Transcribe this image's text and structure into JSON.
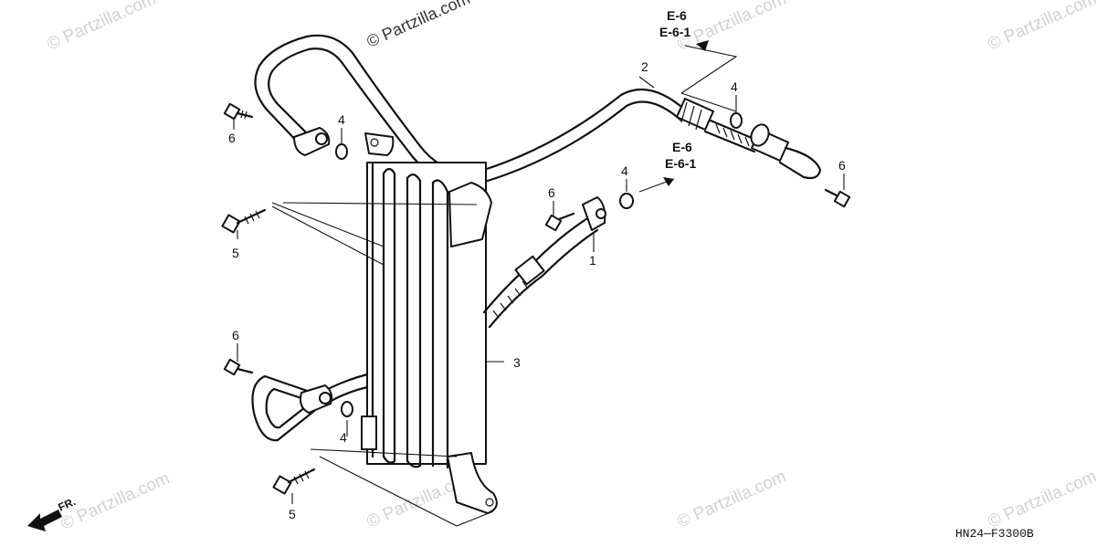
{
  "watermark": "© Partzilla.com",
  "diagram_code": "HN24—F3300B",
  "front_indicator": {
    "label": "FR.",
    "icon": "front-arrow-icon"
  },
  "references": {
    "upper": [
      "E-6",
      "E-6-1"
    ],
    "lower": [
      "E-6",
      "E-6-1"
    ]
  },
  "callouts": {
    "pipe_lower": "1",
    "pipe_upper": "2",
    "oil_cooler": "3",
    "washer": "4",
    "bolt_long": "5",
    "bolt_short": "6"
  }
}
